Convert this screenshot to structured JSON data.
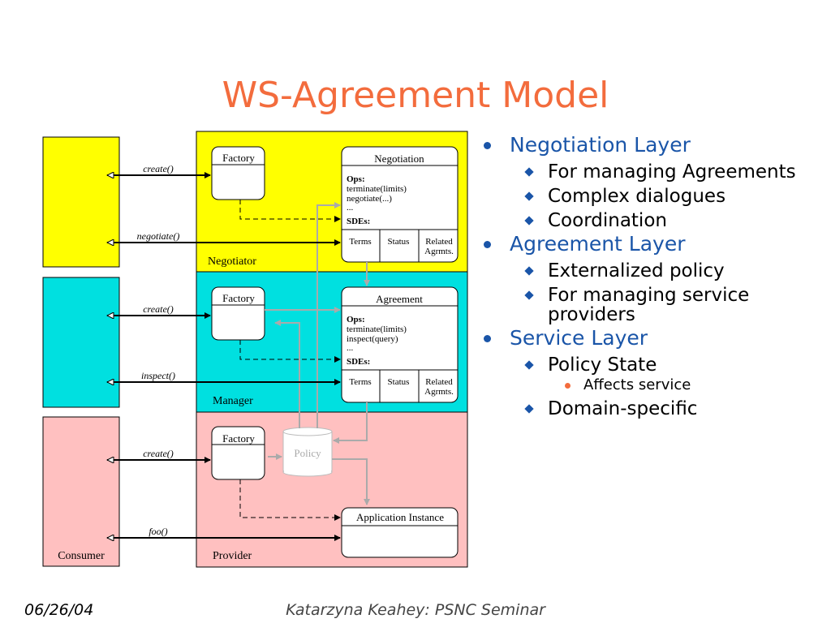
{
  "slide": {
    "title": "WS-Agreement Model",
    "footer_date": "06/26/04",
    "footer_text": "Katarzyna Keahey: PSNC Seminar"
  },
  "colors": {
    "title": "#f36c3d",
    "bullet_heading": "#1a55a8",
    "negotiator_fill": "#ffff00",
    "manager_fill": "#00e0e0",
    "provider_fill": "#ffc0c0"
  },
  "diagram": {
    "layers": {
      "negotiator": "Negotiator",
      "manager": "Manager",
      "provider": "Provider",
      "consumer": "Consumer"
    },
    "calls": {
      "create1": "create()",
      "negotiate": "negotiate()",
      "create2": "create()",
      "inspect": "inspect()",
      "create3": "create()",
      "foo": "foo()"
    },
    "factory_label": "Factory",
    "negotiation": {
      "title": "Negotiation",
      "ops_label": "Ops:",
      "ops": [
        "terminate(limits)",
        "negotiate(...)",
        "..."
      ],
      "sdes_label": "SDEs:",
      "cols": [
        "Terms",
        "Status",
        "Related",
        "Agrmts."
      ]
    },
    "agreement": {
      "title": "Agreement",
      "ops_label": "Ops:",
      "ops": [
        "terminate(limits)",
        "inspect(query)",
        "..."
      ],
      "sdes_label": "SDEs:",
      "cols": [
        "Terms",
        "Status",
        "Related",
        "Agrmts."
      ]
    },
    "policy_label": "Policy",
    "app_instance": "Application Instance"
  },
  "bullets": {
    "b1": "Negotiation Layer",
    "b1_1": "For managing Agreements",
    "b1_2": "Complex dialogues",
    "b1_3": "Coordination",
    "b2": "Agreement Layer",
    "b2_1": "Externalized policy",
    "b2_2": "For managing service providers",
    "b3": "Service Layer",
    "b3_1": "Policy State",
    "b3_1_1": "Affects service",
    "b3_2": "Domain-specific"
  }
}
